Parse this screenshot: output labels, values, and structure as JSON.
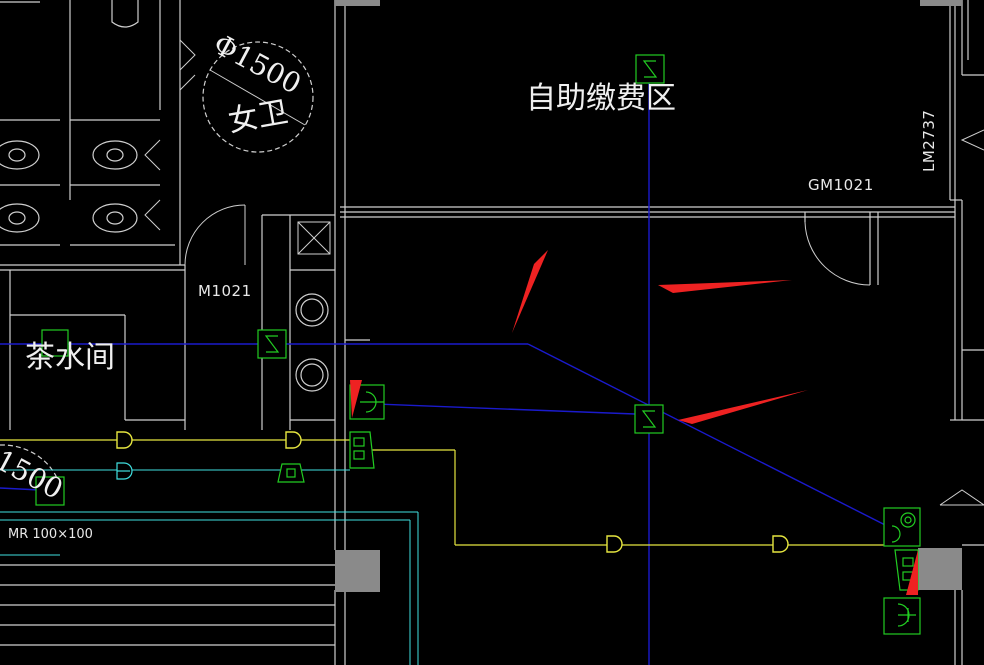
{
  "drawing": {
    "rooms": {
      "self_service": "自助缴费区",
      "tea_room": "茶水间",
      "women_toilet": "女卫"
    },
    "tags": {
      "gm_door": "GM1021",
      "m_door": "M1021",
      "lm_window": "LM2737",
      "diameter_main": "Φ1500",
      "diameter_left": "1500",
      "duct": "MR 100×100"
    }
  },
  "colors": {
    "background": "#000000",
    "wall": "#cfcfcf",
    "column": "#8a8a8a",
    "conduit_blue": "#1a1acc",
    "conduit_yellow": "#e6e640",
    "cyan_line": "#40e0e0",
    "symbol_green": "#22cc22",
    "arrow_red": "#ee2222"
  }
}
